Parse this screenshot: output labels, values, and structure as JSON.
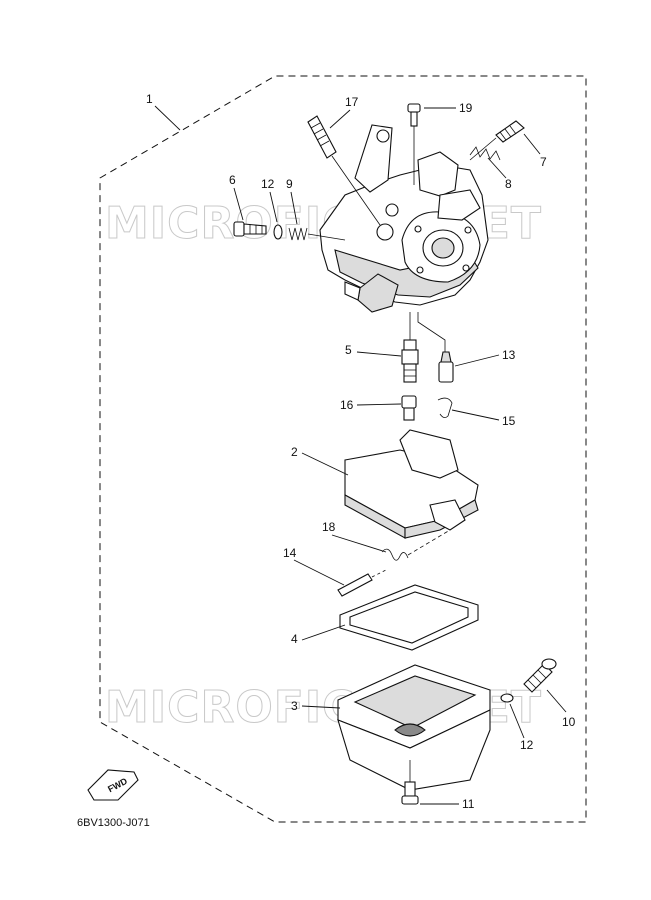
{
  "diagram": {
    "code": "6BV1300-J071",
    "fwd_label": "FWD",
    "watermark": "MICROFICHE.NET",
    "callouts": [
      {
        "id": "c1",
        "label": "1"
      },
      {
        "id": "c17",
        "label": "17"
      },
      {
        "id": "c19",
        "label": "19"
      },
      {
        "id": "c7",
        "label": "7"
      },
      {
        "id": "c8",
        "label": "8"
      },
      {
        "id": "c6",
        "label": "6"
      },
      {
        "id": "c12a",
        "label": "12"
      },
      {
        "id": "c9",
        "label": "9"
      },
      {
        "id": "c5",
        "label": "5"
      },
      {
        "id": "c13",
        "label": "13"
      },
      {
        "id": "c16",
        "label": "16"
      },
      {
        "id": "c15",
        "label": "15"
      },
      {
        "id": "c2",
        "label": "2"
      },
      {
        "id": "c18",
        "label": "18"
      },
      {
        "id": "c14",
        "label": "14"
      },
      {
        "id": "c4",
        "label": "4"
      },
      {
        "id": "c3",
        "label": "3"
      },
      {
        "id": "c10",
        "label": "10"
      },
      {
        "id": "c12b",
        "label": "12"
      },
      {
        "id": "c11",
        "label": "11"
      }
    ]
  }
}
